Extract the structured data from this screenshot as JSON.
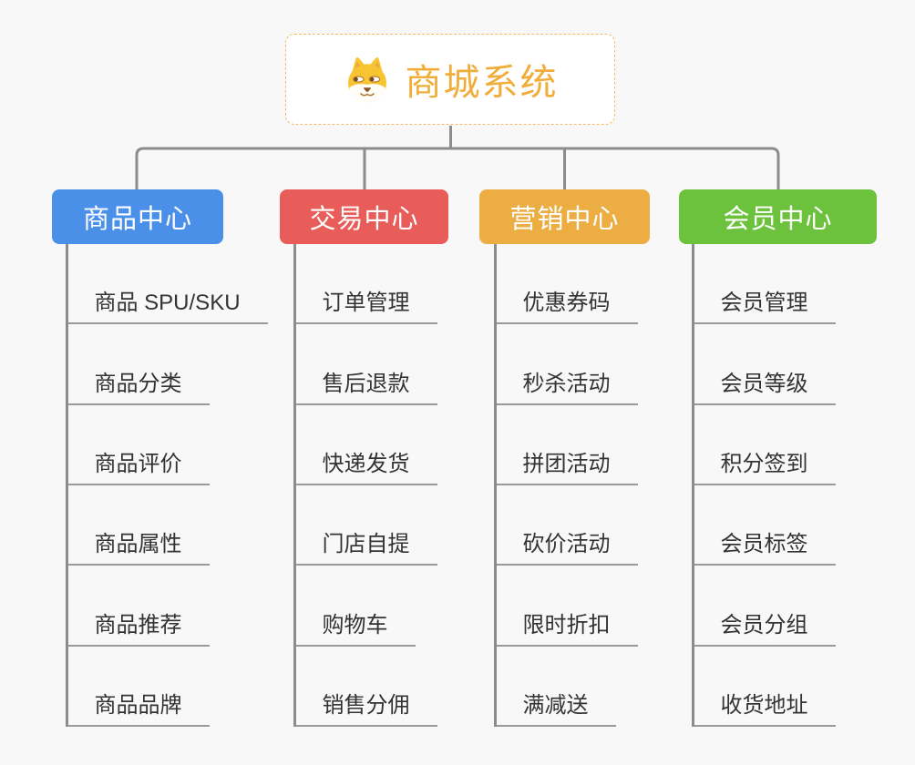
{
  "root": {
    "title": "商城系统",
    "icon": "dog-face-icon",
    "title_color": "#f0ad3a",
    "border_color": "#f2bc66"
  },
  "connector_color": "#8c8c8c",
  "branches": [
    {
      "label": "商品中心",
      "color": "#4a90e8",
      "children": [
        "商品 SPU/SKU",
        "商品分类",
        "商品评价",
        "商品属性",
        "商品推荐",
        "商品品牌"
      ]
    },
    {
      "label": "交易中心",
      "color": "#e85c59",
      "children": [
        "订单管理",
        "售后退款",
        "快递发货",
        "门店自提",
        "购物车",
        "销售分佣"
      ]
    },
    {
      "label": "营销中心",
      "color": "#ecae42",
      "children": [
        "优惠券码",
        "秒杀活动",
        "拼团活动",
        "砍价活动",
        "限时折扣",
        "满减送"
      ]
    },
    {
      "label": "会员中心",
      "color": "#6cc23d",
      "children": [
        "会员管理",
        "会员等级",
        "积分签到",
        "会员标签",
        "会员分组",
        "收货地址"
      ]
    }
  ]
}
